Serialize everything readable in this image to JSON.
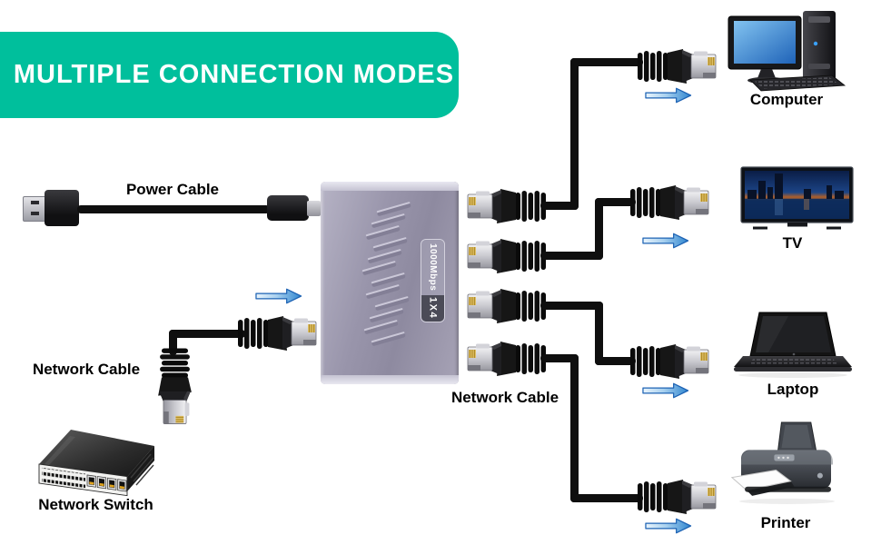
{
  "banner": {
    "title": "MULTIPLE CONNECTION MODES",
    "bg_color": "#00BF9C",
    "text_color": "#FFFFFF"
  },
  "device": {
    "speed_label": "1000Mbps",
    "ports_label": "1X4",
    "body_color": "#9995AB"
  },
  "cables": {
    "power_label": "Power Cable",
    "left_network_label": "Network Cable",
    "right_network_label": "Network Cable"
  },
  "switch_label": "Network Switch",
  "destinations": [
    {
      "label": "Computer"
    },
    {
      "label": "TV"
    },
    {
      "label": "Laptop"
    },
    {
      "label": "Printer"
    }
  ],
  "colors": {
    "arrow_blue": "#2F86D0",
    "cable_black": "#0F0F0F",
    "banner_green": "#00BF9C"
  }
}
